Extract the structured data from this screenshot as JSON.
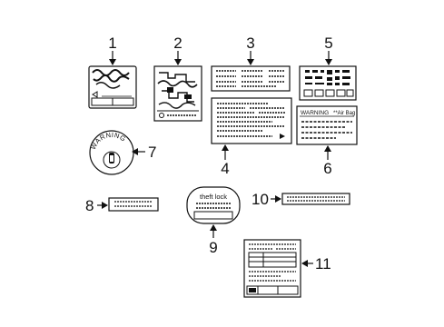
{
  "diagram": {
    "callouts": {
      "c1": "1",
      "c2": "2",
      "c3": "3",
      "c4": "4",
      "c5": "5",
      "c6": "6",
      "c7": "7",
      "c8": "8",
      "c9": "9",
      "c10": "10",
      "c11": "11"
    },
    "label_text": {
      "airbag_warning": "WARNING",
      "airbag_suffix": "**Air Bag",
      "warning_ring": "WARNING",
      "theft_lock": "theft lock"
    },
    "colors": {
      "line": "#111111",
      "background": "#ffffff"
    }
  }
}
